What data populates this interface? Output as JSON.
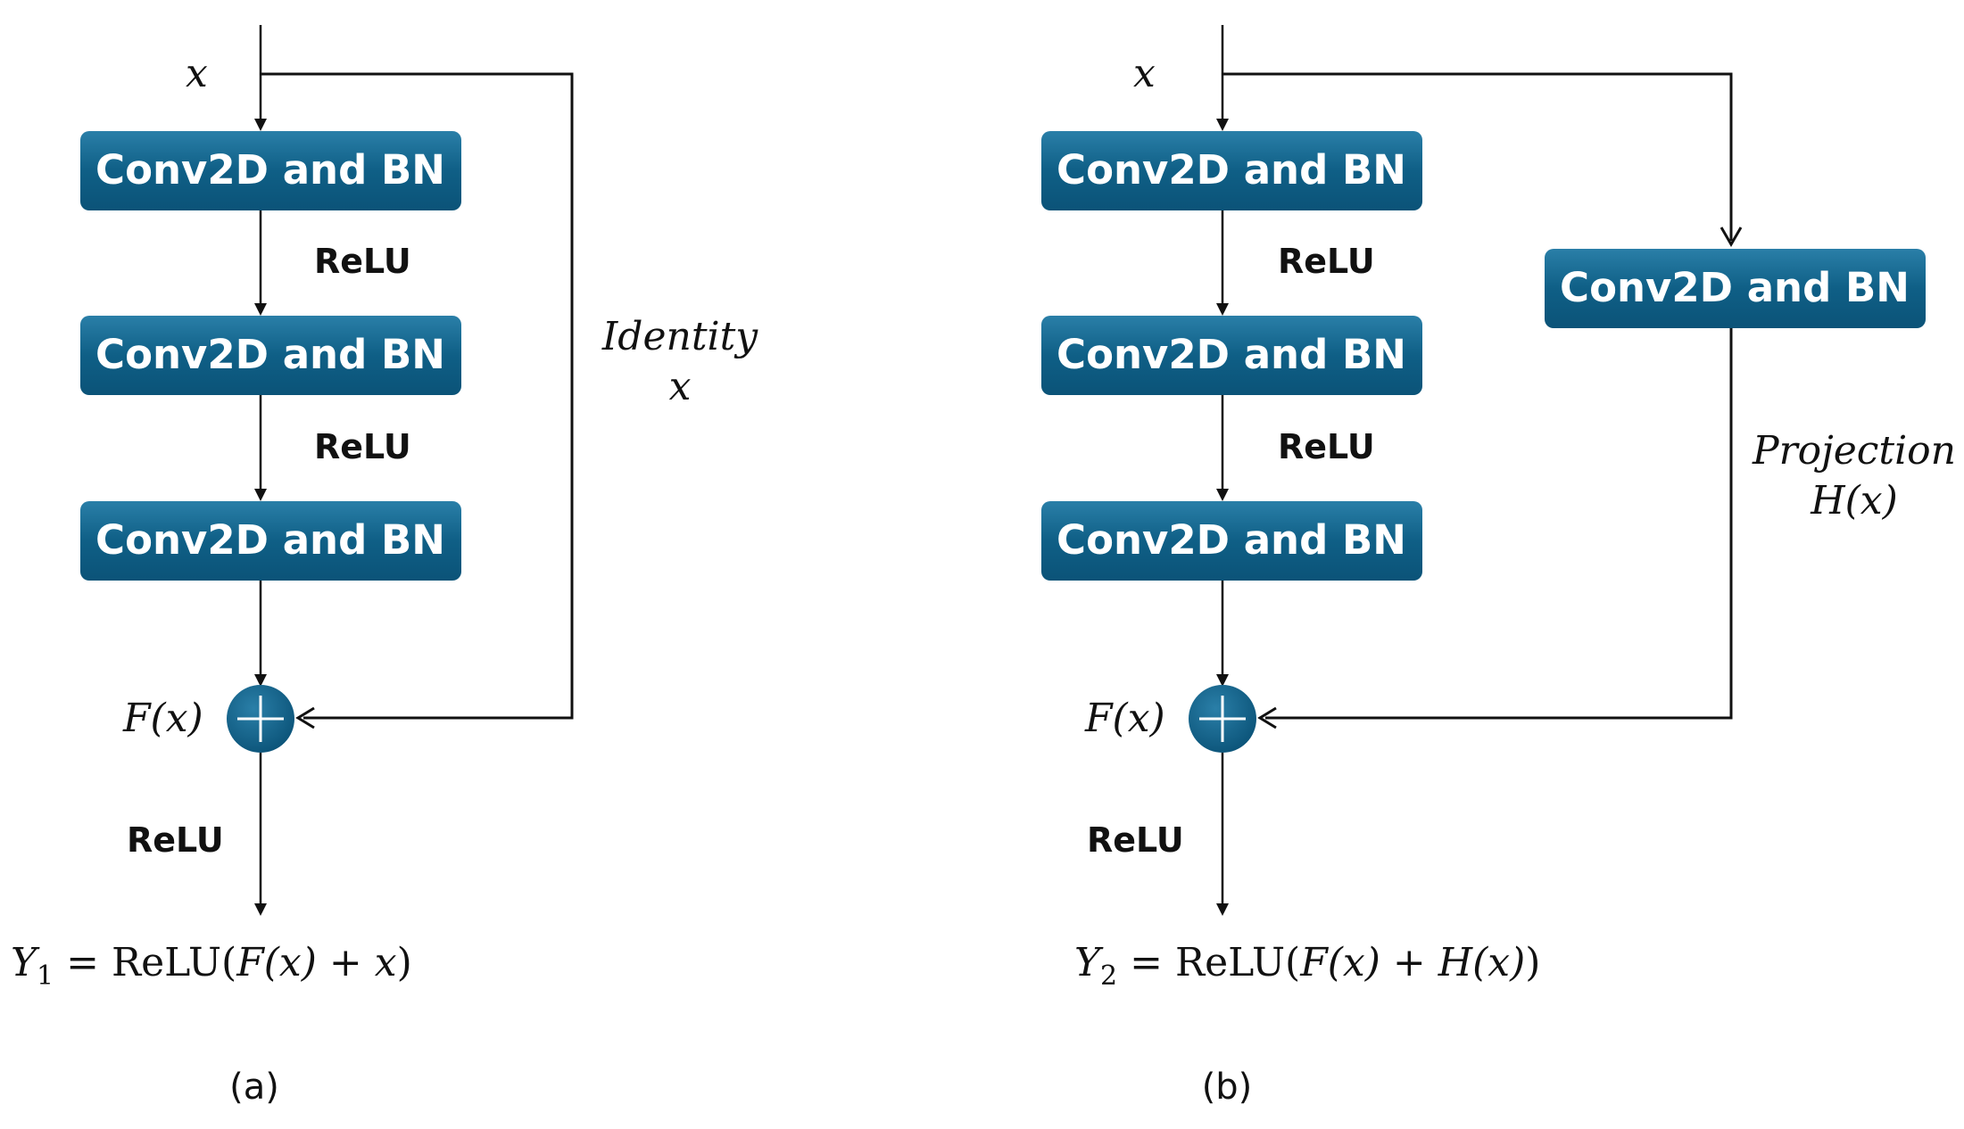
{
  "colors": {
    "box_fill": "#0f5f86",
    "box_fill_light": "#2a7fa8",
    "text_on_box": "#ffffff",
    "line": "#111111",
    "sum_node": "#0f5f86"
  },
  "icons": {
    "sum_node": "plus-circle-icon"
  },
  "panel_a": {
    "input_label": "x",
    "blocks": [
      "Conv2D and BN",
      "Conv2D and BN",
      "Conv2D and BN"
    ],
    "activations": [
      "ReLU",
      "ReLU"
    ],
    "shortcut_label_line1": "Identity",
    "shortcut_label_line2": "x",
    "sum_label": "F(x)",
    "output_activation": "ReLU",
    "output_eq": {
      "lhs": "Y",
      "sub": "1",
      "rhs_prefix": " = ReLU(",
      "rhs_math": "F(x) + x",
      "rhs_suffix": ")"
    },
    "caption": "(a)"
  },
  "panel_b": {
    "input_label": "x",
    "blocks": [
      "Conv2D and BN",
      "Conv2D and BN",
      "Conv2D and BN"
    ],
    "activations": [
      "ReLU",
      "ReLU"
    ],
    "shortcut_block": "Conv2D and BN",
    "shortcut_label_line1": "Projection",
    "shortcut_label_line2": "H(x)",
    "sum_label": "F(x)",
    "output_activation": "ReLU",
    "output_eq": {
      "lhs": "Y",
      "sub": "2",
      "rhs_prefix": " = ReLU(",
      "rhs_math": "F(x) + H(x)",
      "rhs_suffix": ")"
    },
    "caption": "(b)"
  }
}
